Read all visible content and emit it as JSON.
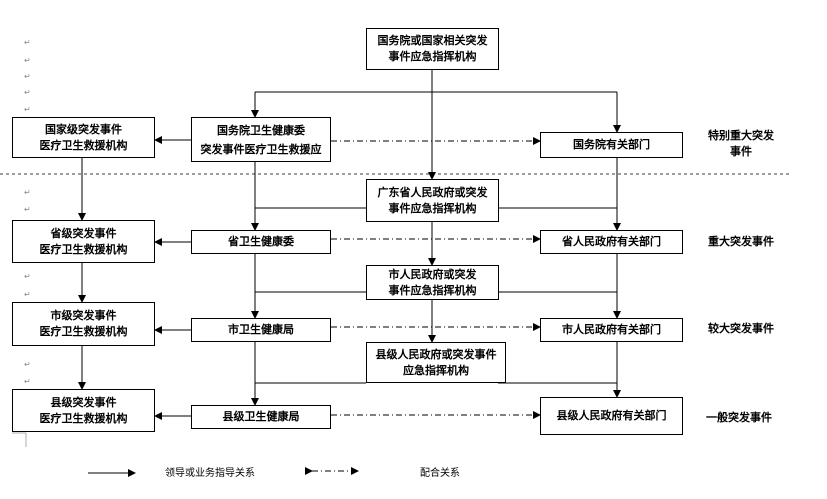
{
  "boxes": {
    "state_command": [
      "国务院或国家相关突发",
      "事件应急指挥机构"
    ],
    "national_rescue": [
      "国家级突发事件",
      "医疗卫生救援机构"
    ],
    "state_health": [
      "国务院卫生健康委",
      "突发事件医疗卫生救援应"
    ],
    "state_depts": [
      "国务院有关部门"
    ],
    "gd_command": [
      "广东省人民政府或突发",
      "事件应急指挥机构"
    ],
    "prov_rescue": [
      "省级突发事件",
      "医疗卫生救援机构"
    ],
    "prov_health": [
      "省卫生健康委"
    ],
    "prov_depts": [
      "省人民政府有关部门"
    ],
    "city_command": [
      "市人民政府或突发",
      "事件应急指挥机构"
    ],
    "city_rescue": [
      "市级突发事件",
      "医疗卫生救援机构"
    ],
    "city_health": [
      "市卫生健康局"
    ],
    "city_depts": [
      "市人民政府有关部门"
    ],
    "county_command": [
      "县级人民政府或突发事件",
      "应急指挥机构"
    ],
    "county_rescue": [
      "县级突发事件",
      "医疗卫生救援机构"
    ],
    "county_health": [
      "县级卫生健康局"
    ],
    "county_depts": [
      "县级人民政府有关部门"
    ]
  },
  "levels": {
    "especially_major": [
      "特别重大突发",
      "事件"
    ],
    "major": "重大突发事件",
    "larger": "较大突发事件",
    "general": "一般突发事件"
  },
  "legend": {
    "leadership": "领导或业务指导关系",
    "cooperation": "配合关系"
  }
}
